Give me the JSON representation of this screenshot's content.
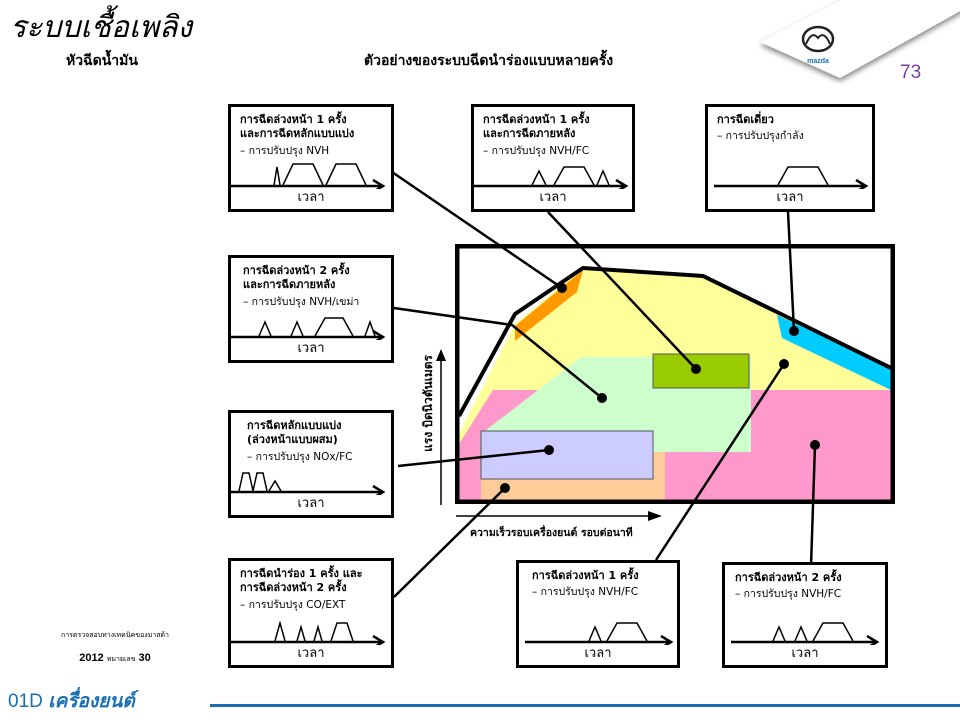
{
  "header": {
    "title": "ระบบเชื้อเพลิง",
    "subtitle_left": "หัวฉีดน้ำมัน",
    "subtitle_center": "ตัวอย่างของระบบฉีดนำร่องแบบหลายครั้ง",
    "page_number": "73",
    "logo_text": "mazda"
  },
  "footer": {
    "note": "การตรวจสอบทางเทคนิคของมาสด้า",
    "year": "2012",
    "issue_label": "หมายเลข",
    "issue_number": "30",
    "chapter_code": "01D",
    "chapter_name": "เครื่องยนต์"
  },
  "diagram": {
    "x_axis_label": "ความเร็วรอบเครื่องยนต์ รอบต่อนาที",
    "y_axis_label": "แรง บิดนิวตันเมตร",
    "time_label": "เวลา",
    "region_colors": {
      "full_load_edge": "#ff9900",
      "single": "#00ccff",
      "upper_area": "#ffff99",
      "pilot_green": "#99cc00",
      "mid_area": "#ccffcc",
      "high_load": "#ff99cc",
      "split_main": "#ccccff",
      "low_area": "#ffcc99"
    },
    "boxes": [
      {
        "title1": "การฉีดล่วงหน้า 1 ครั้ง",
        "title2": "และการฉีดหลักแบบแบ่ง",
        "sub": "– การปรับปรุง NVH"
      },
      {
        "title1": "การฉีดล่วงหน้า 1 ครั้ง",
        "title2": "และการฉีดภายหลัง",
        "sub": "– การปรับปรุง NVH/FC"
      },
      {
        "title1": "การฉีดเดี่ยว",
        "title2": "",
        "sub": "– การปรับปรุงกำลัง"
      },
      {
        "title1": "การฉีดล่วงหน้า 2 ครั้ง",
        "title2": "และการฉีดภายหลัง",
        "sub": "– การปรับปรุง NVH/เขม่า"
      },
      {
        "title1": "การฉีดหลักแบบแบ่ง",
        "title2": "(ล่วงหน้าแบบผสม)",
        "sub": "– การปรับปรุง NOx/FC"
      },
      {
        "title1": "การฉีดนำร่อง 1 ครั้ง และ",
        "title2": "การฉีดล่วงหน้า 2 ครั้ง",
        "sub": "– การปรับปรุง CO/EXT"
      },
      {
        "title1": "การฉีดล่วงหน้า 1 ครั้ง",
        "title2": "",
        "sub": "– การปรับปรุง NVH/FC"
      },
      {
        "title1": "การฉีดล่วงหน้า 2 ครั้ง",
        "title2": "",
        "sub": "– การปรับปรุง NVH/FC"
      }
    ]
  }
}
